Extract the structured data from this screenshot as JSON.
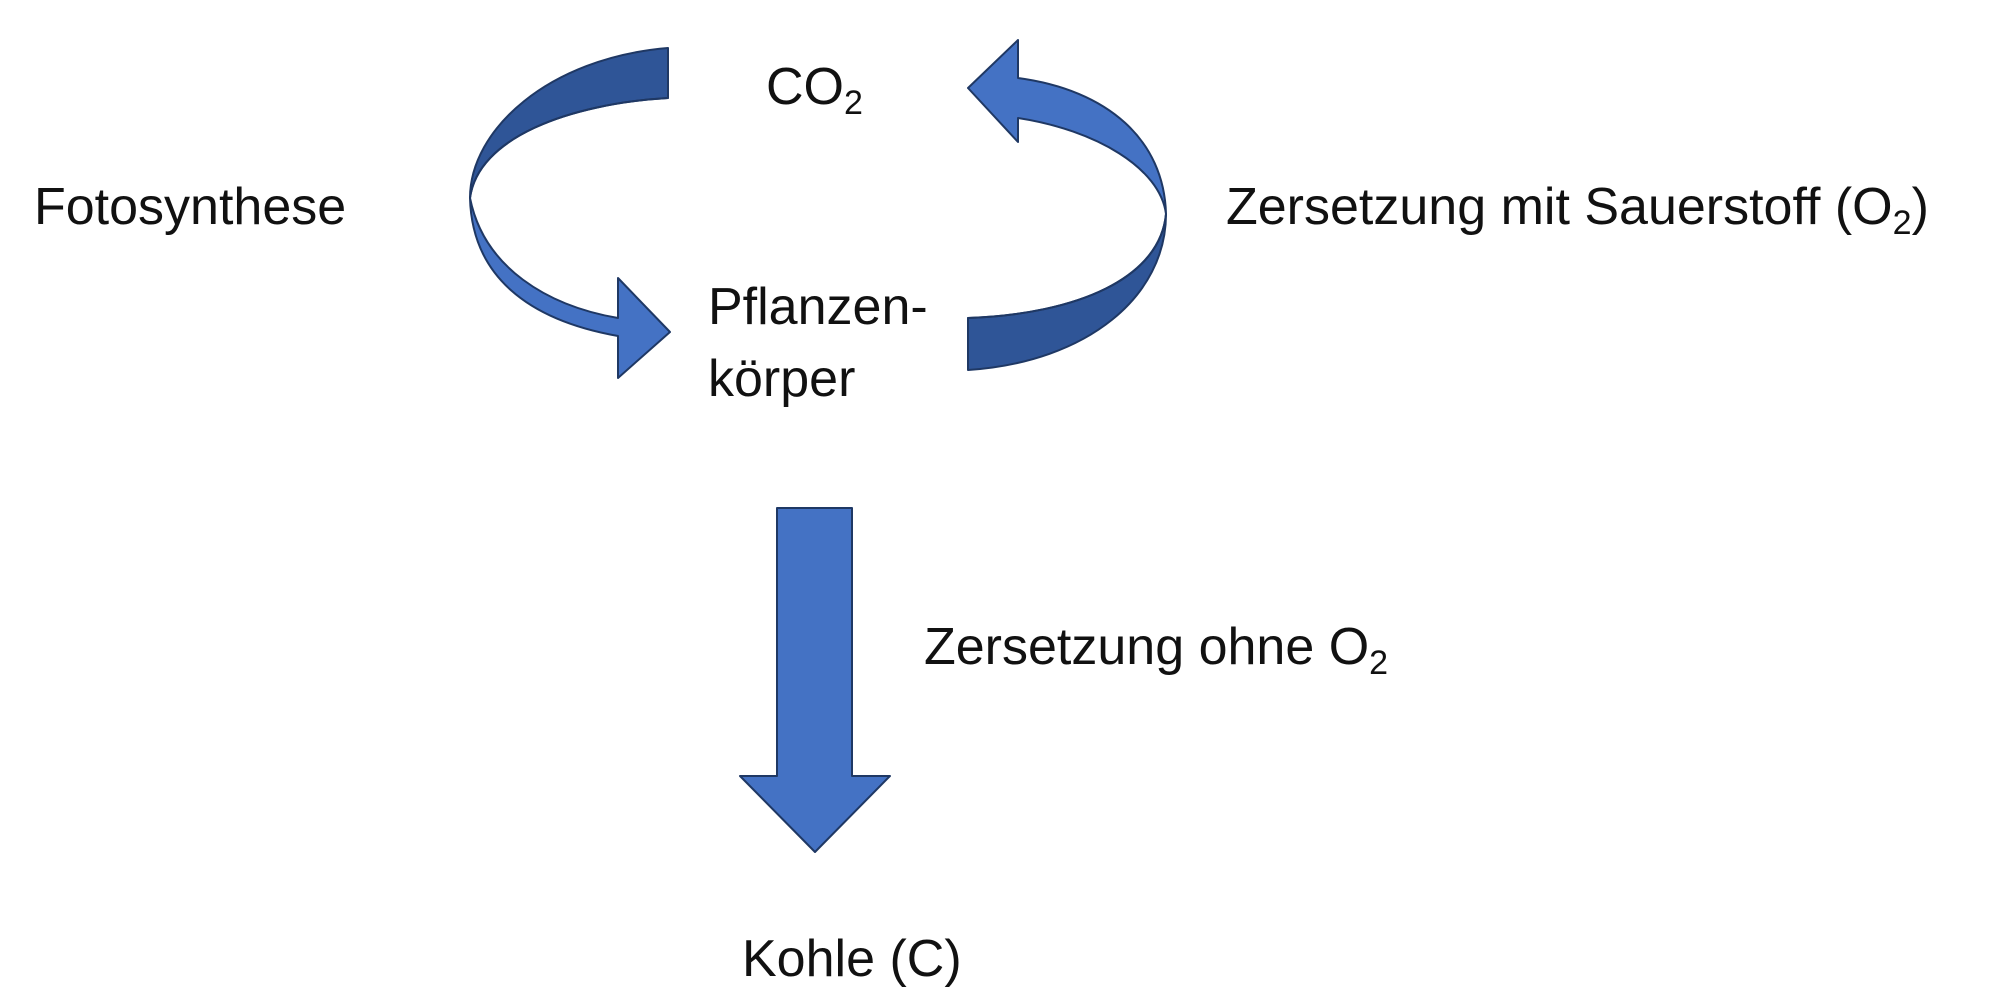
{
  "nodes": {
    "co2": {
      "text": "CO",
      "sub": "2"
    },
    "plant_line1": "Pflanzen-",
    "plant_line2": "körper",
    "coal": "Kohle (C)"
  },
  "edges": {
    "photosynthesis": "Fotosynthese",
    "decomp_with_oxygen": {
      "text": "Zersetzung mit Sauerstoff (O",
      "sub": "2",
      "suffix": ")"
    },
    "decomp_without_oxygen": {
      "text": "Zersetzung ohne O",
      "sub": "2"
    }
  },
  "colors": {
    "arrow_fill": "#4472C4",
    "arrow_dark": "#2F5597",
    "arrow_stroke": "#1F3864",
    "text": "#111111",
    "background": "#FFFFFF"
  }
}
